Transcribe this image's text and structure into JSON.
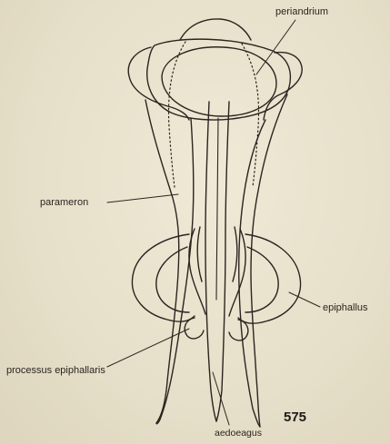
{
  "labels": {
    "periandrium": "periandrium",
    "parameron": "parameron",
    "epiphallus": "epiphallus",
    "processus_epiphallaris": "processus epiphallaris",
    "aedoeagus": "aedoeagus"
  },
  "figure_number": "575",
  "colors": {
    "ink": "#2a2520",
    "paper": "#e9e2cd"
  }
}
